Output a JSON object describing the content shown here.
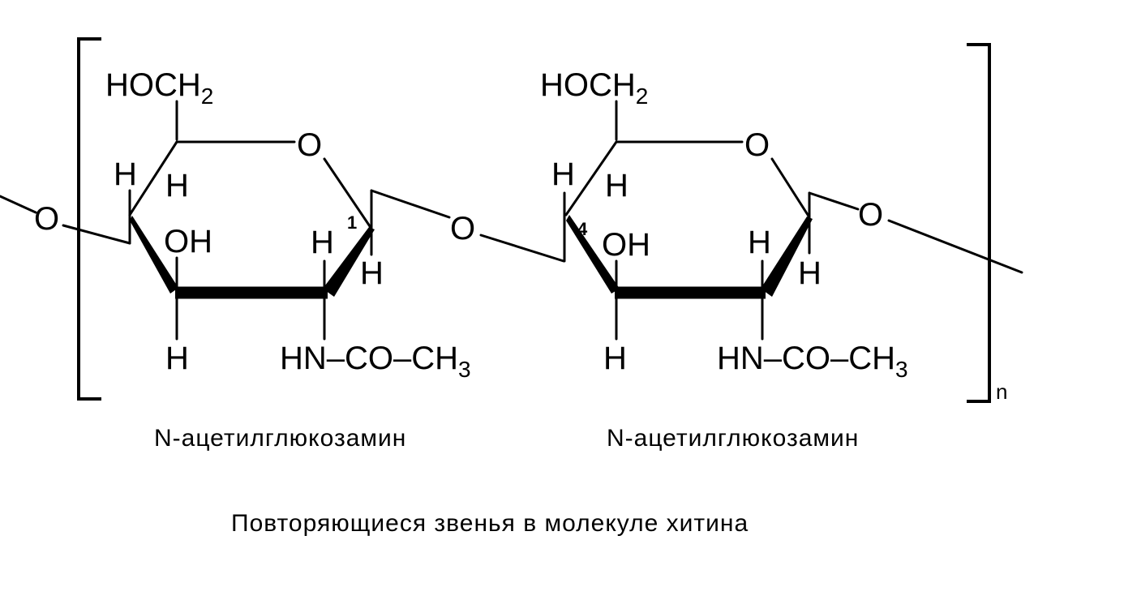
{
  "units": [
    {
      "hoch2": {
        "main": "HOCH",
        "sub": "2"
      },
      "ring_o": "O",
      "h_c5": "H",
      "h_c4_left": "H",
      "h_c4_below": "H",
      "oh": "OH",
      "h_c3": "H",
      "h_c2": "H",
      "h_c1": "H",
      "locant": "1",
      "acetyl": {
        "main": "HN–CO–CH",
        "sub": "3"
      },
      "name": "N-ацетилглюкозамин"
    },
    {
      "hoch2": {
        "main": "HOCH",
        "sub": "2"
      },
      "ring_o": "O",
      "h_c5": "H",
      "h_c4_left": "H",
      "h_c4_below": "H",
      "oh": "OH",
      "h_c3": "H",
      "h_c2": "H",
      "h_c1": "H",
      "locant": "4",
      "acetyl": {
        "main": "HN–CO–CH",
        "sub": "3"
      },
      "name": "N-ацетилглюкозамин"
    }
  ],
  "left_o": "O",
  "bridge_o": "O",
  "right_o": "O",
  "repeat_index": "n",
  "caption": "Повторяющиеся звенья в молекуле хитина"
}
